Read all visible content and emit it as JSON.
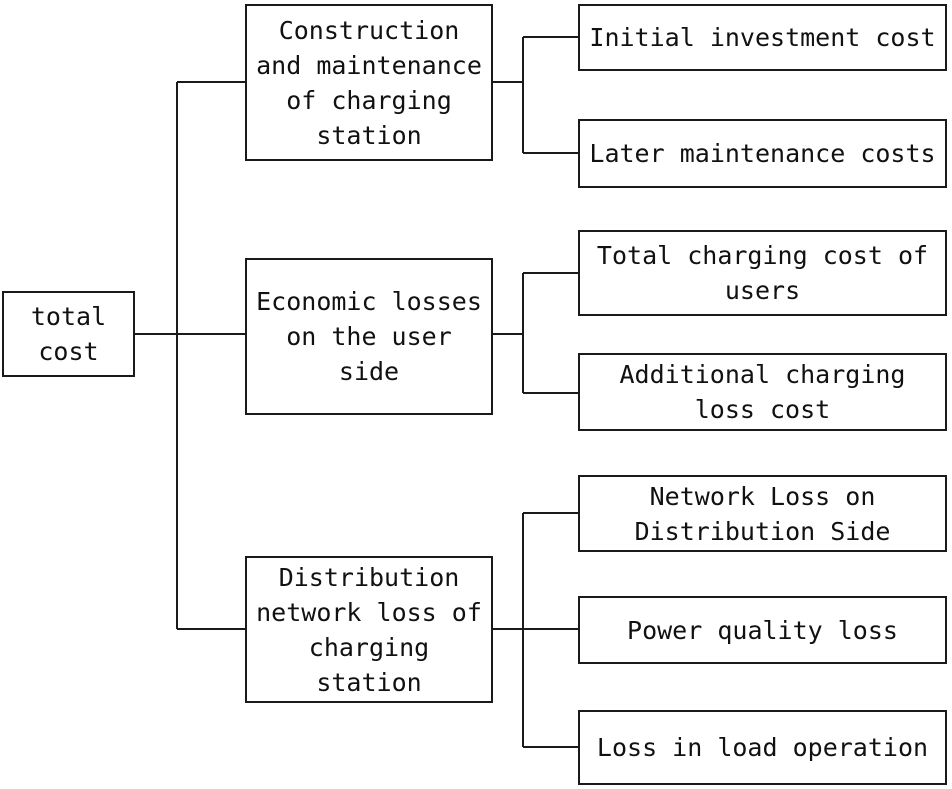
{
  "diagram": {
    "type": "tree",
    "orientation": "left-to-right",
    "title": "total cost breakdown tree",
    "line_color": "#1a1a1a",
    "box_border_color": "#1a1a1a",
    "box_fill_color": "#ffffff",
    "background_color": "#ffffff",
    "text_color": "#111111"
  },
  "root": {
    "label": "total\ncost"
  },
  "branches": [
    {
      "label": "Construction\nand maintenance\nof charging\nstation",
      "children": [
        {
          "label": "Initial investment cost"
        },
        {
          "label": "Later maintenance costs"
        }
      ]
    },
    {
      "label": "Economic losses\non the user\nside",
      "children": [
        {
          "label": "Total charging cost of\nusers"
        },
        {
          "label": "Additional charging\nloss cost"
        }
      ]
    },
    {
      "label": "Distribution\nnetwork loss of\ncharging\nstation",
      "children": [
        {
          "label": "Network Loss on\nDistribution Side"
        },
        {
          "label": "Power quality loss"
        },
        {
          "label": "Loss in load operation"
        }
      ]
    }
  ]
}
